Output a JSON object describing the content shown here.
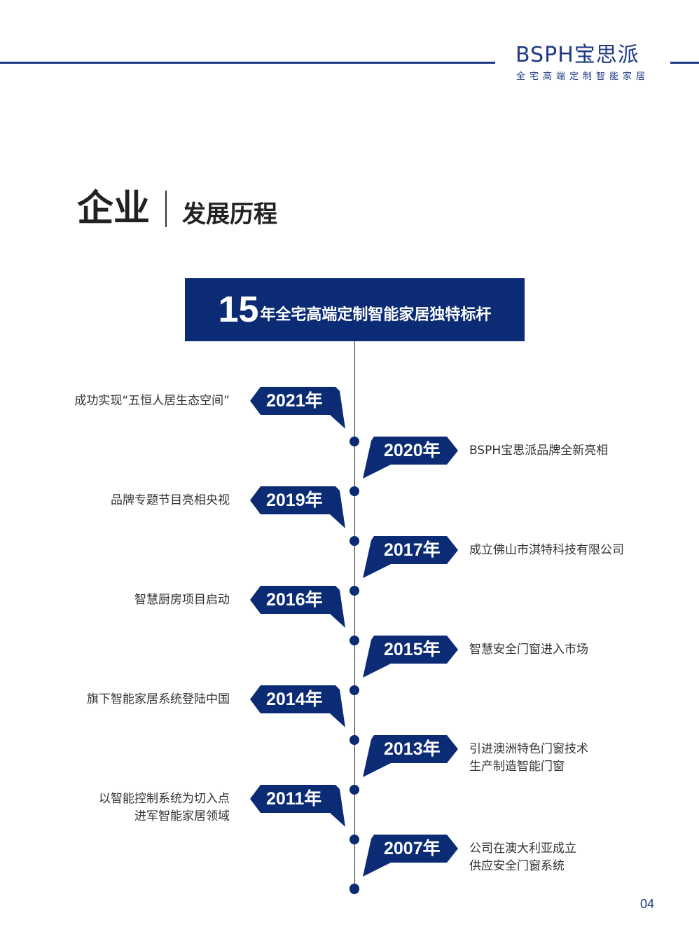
{
  "header": {
    "brand": "BSPH宝思派",
    "tagline": "全宅高端定制智能家居"
  },
  "title": {
    "main": "企业",
    "sub": "发展历程"
  },
  "banner": {
    "number": "15",
    "text": "年全宅高端定制智能家居独特标杆"
  },
  "timeline": [
    {
      "year": "2021年",
      "side": "left",
      "lines": [
        "成功实现“五恒人居生态空间”"
      ]
    },
    {
      "year": "2020年",
      "side": "right",
      "lines": [
        "BSPH宝思派品牌全新亮相"
      ]
    },
    {
      "year": "2019年",
      "side": "left",
      "lines": [
        "品牌专题节目亮相央视"
      ]
    },
    {
      "year": "2017年",
      "side": "right",
      "lines": [
        "成立佛山市淇特科技有限公司"
      ]
    },
    {
      "year": "2016年",
      "side": "left",
      "lines": [
        "智慧厨房项目启动"
      ]
    },
    {
      "year": "2015年",
      "side": "right",
      "lines": [
        "智慧安全门窗进入市场"
      ]
    },
    {
      "year": "2014年",
      "side": "left",
      "lines": [
        "旗下智能家居系统登陆中国"
      ]
    },
    {
      "year": "2013年",
      "side": "right",
      "lines": [
        "引进澳洲特色门窗技术",
        "生产制造智能门窗"
      ]
    },
    {
      "year": "2011年",
      "side": "left",
      "lines": [
        "以智能控制系统为切入点",
        "进军智能家居领域"
      ]
    },
    {
      "year": "2007年",
      "side": "right",
      "lines": [
        "公司在澳大利亚成立",
        "供应安全门窗系统"
      ]
    }
  ],
  "page_number": "04",
  "colors": {
    "navy": "#0b2c74",
    "brand": "#1d3a83"
  }
}
